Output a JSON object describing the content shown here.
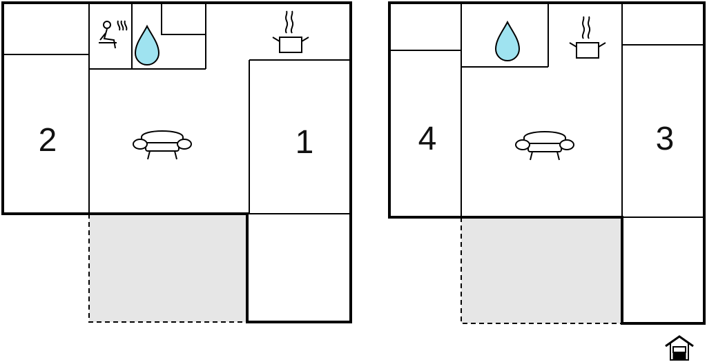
{
  "plan_left": {
    "bedroom_right_label": "1",
    "bedroom_left_label": "2",
    "icons": [
      "sauna-icon",
      "water-drop-icon",
      "cooking-pot-icon",
      "sofa-icon"
    ]
  },
  "plan_right": {
    "bedroom_right_label": "3",
    "bedroom_left_label": "4",
    "icons": [
      "water-drop-icon",
      "cooking-pot-icon",
      "sofa-icon"
    ]
  },
  "entrance": {
    "icon": "entrance-house-icon"
  },
  "colors": {
    "wall": "#000000",
    "terrace": "#e6e6e6",
    "water": "#9fe3f0",
    "background": "#ffffff"
  }
}
